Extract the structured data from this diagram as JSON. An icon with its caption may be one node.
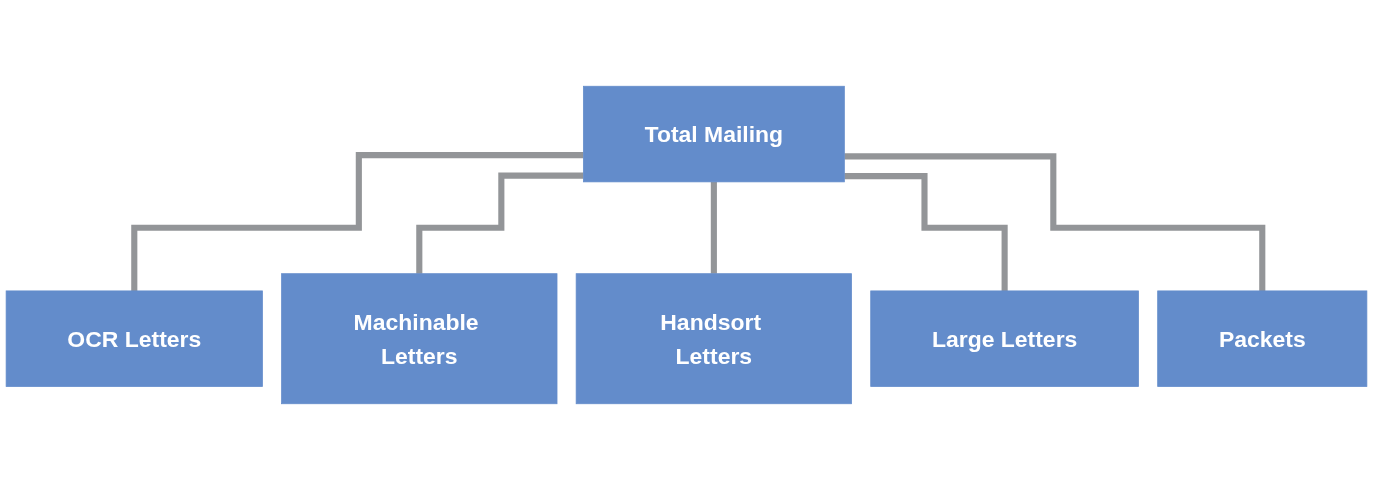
{
  "diagram": {
    "nodes": [
      {
        "text": [
          "Total Mailing"
        ]
      },
      {
        "text": [
          "OCR Letters"
        ]
      },
      {
        "text": [
          "Machinable Letters"
        ]
      },
      {
        "text": [
          "Handsort Letters"
        ]
      },
      {
        "text": [
          "Large Letters"
        ]
      },
      {
        "text": [
          "Packets"
        ]
      }
    ],
    "edges": [
      {
        "from": 0,
        "to": 1,
        "arrow": "none"
      },
      {
        "from": 0,
        "to": 2,
        "arrow": "none"
      },
      {
        "from": 0,
        "to": 3,
        "arrow": "none"
      },
      {
        "from": 0,
        "to": 4,
        "arrow": "none"
      },
      {
        "from": 0,
        "to": 5,
        "arrow": "none"
      }
    ]
  }
}
